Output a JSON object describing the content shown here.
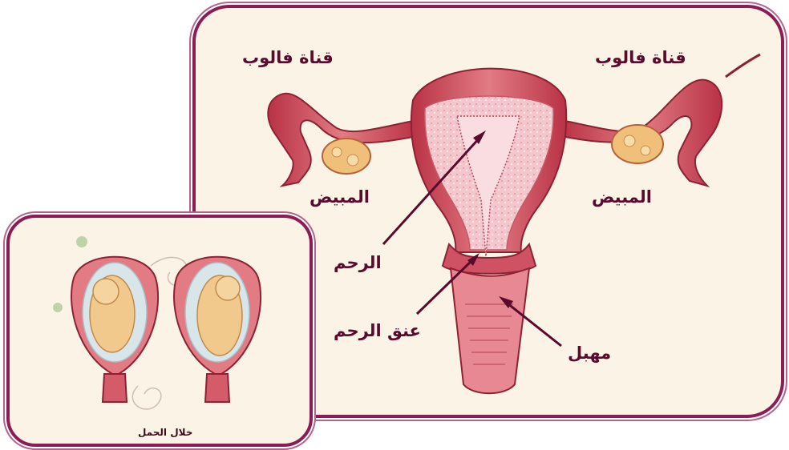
{
  "main_diagram": {
    "labels": {
      "fallopian_tube_left": "قناة فالوب",
      "fallopian_tube_right": "قناة فالوب",
      "ovary_left": "المبيض",
      "ovary_right": "المبيض",
      "uterus": "الرحم",
      "cervix": "عنق الرحم",
      "vagina": "مهبل"
    }
  },
  "inset": {
    "caption": "خلال الحمل"
  },
  "colors": {
    "frame": "#8a1d54",
    "background": "#fbf3e6",
    "tissue": "#d9596a",
    "lining": "#f2bfc6",
    "ovary": "#f0c07a",
    "label_text": "#5a0a2c"
  }
}
